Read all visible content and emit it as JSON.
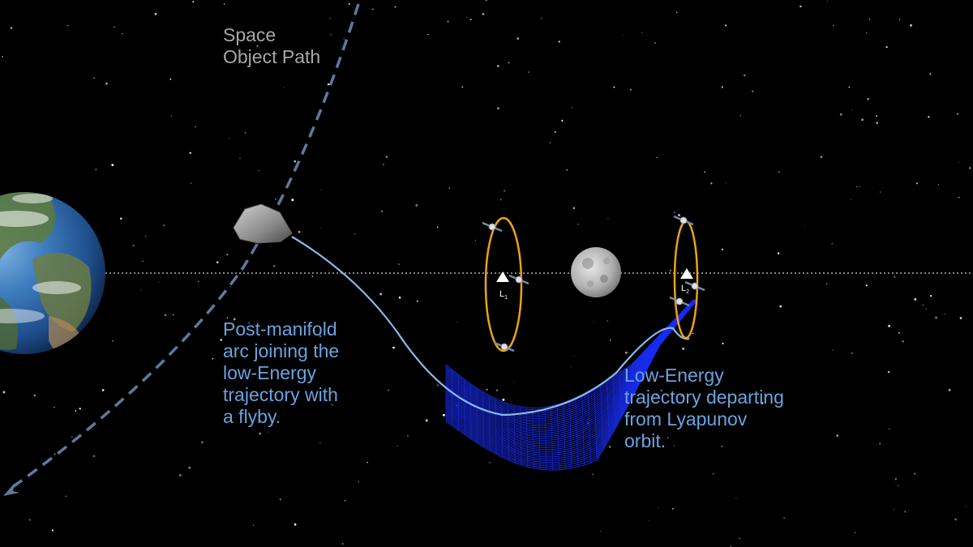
{
  "labels": {
    "space_object_path": "Space\nObject Path",
    "post_manifold": "Post-manifold\narc joining the\nlow-Energy\ntrajectory with\na flyby.",
    "low_energy": "Low-Energy\ntrajectory departing\nfrom Lyapunov\norbit.",
    "l1_letter": "L",
    "l1_sub": "1",
    "l2_letter": "L",
    "l2_sub": "2"
  },
  "colors": {
    "background": "#000000",
    "trajectory": "#8ab8ec",
    "manifold": "#1a2cf0",
    "lyapunov_orbit": "#e8a318",
    "object_path": "#5f7a99",
    "label_blue": "#6aa3df",
    "label_grey": "#a7a7a7"
  },
  "icons": [
    "earth-icon",
    "asteroid-icon",
    "moon-icon",
    "satellite-icon",
    "lagrange-point-marker"
  ]
}
